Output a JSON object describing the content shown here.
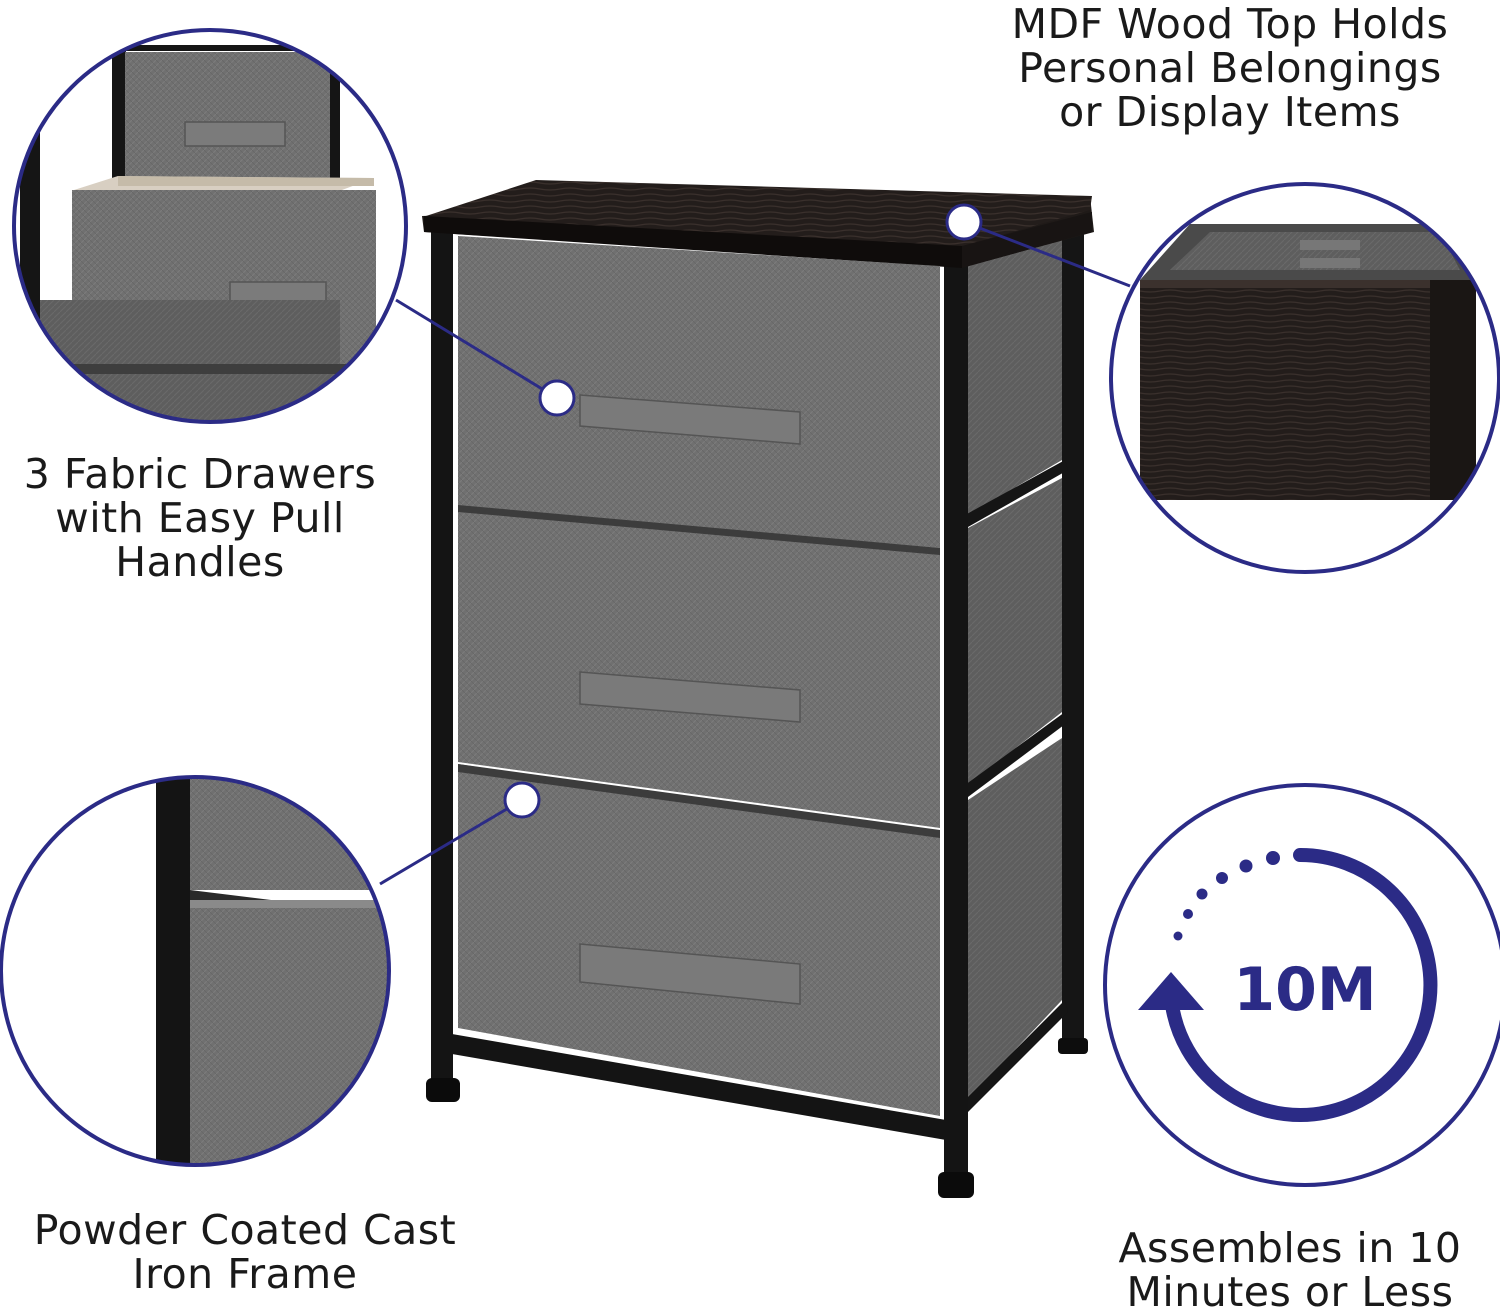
{
  "captions": {
    "top": [
      "MDF Wood Top Holds",
      "Personal Belongings",
      "or Display Items"
    ],
    "drawers": [
      "3 Fabric Drawers",
      "with Easy Pull",
      "Handles"
    ],
    "frame": [
      "Powder Coated Cast",
      "Iron Frame"
    ],
    "assembly": [
      "Assembles in 10",
      "Minutes or Less"
    ]
  },
  "badge": {
    "label": "10M"
  },
  "colors": {
    "accent": "#2b2b86",
    "fabric": "#6e6e6e",
    "frame": "#141414",
    "wood": "#2b2422"
  },
  "icons": [
    "clock-arrow-icon"
  ]
}
